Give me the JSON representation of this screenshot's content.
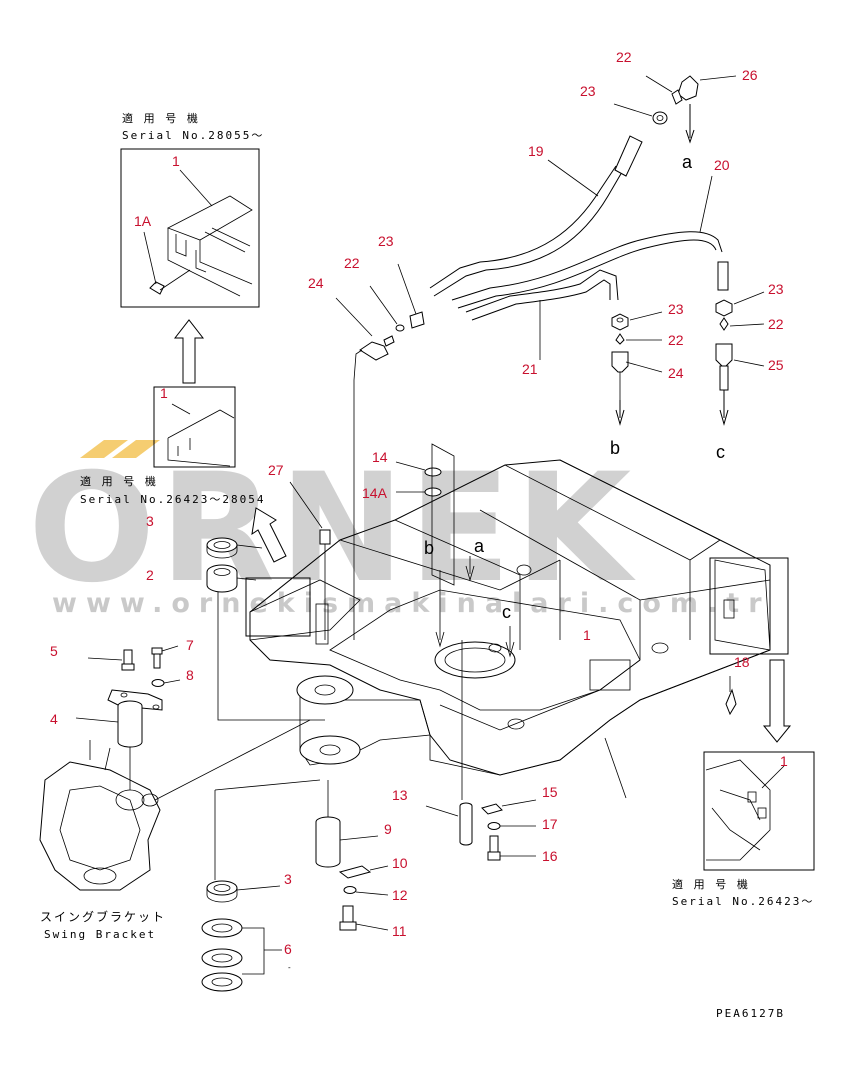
{
  "watermark": {
    "brand": "ORNEK",
    "url": "www.ornekismakinalari.com.tr",
    "accent_color": "#f2c14e"
  },
  "insets": {
    "top_left": {
      "heading": "適 用 号 機",
      "serial": "Serial No.28055～",
      "callouts": [
        "1",
        "1A"
      ]
    },
    "mid_left": {
      "heading": "適 用 号 機",
      "serial": "Serial No.26423～28054",
      "callouts": [
        "1"
      ]
    },
    "bottom_right": {
      "heading": "適 用 号 機",
      "serial": "Serial No.26423～",
      "callouts": [
        "1"
      ]
    }
  },
  "swing_bracket": {
    "label_jp": "スイングブラケット",
    "label_en": "Swing Bracket"
  },
  "part_callouts": [
    "1",
    "3",
    "2",
    "5",
    "7",
    "8",
    "4",
    "9",
    "10",
    "12",
    "11",
    "3",
    "6",
    "13",
    "15",
    "17",
    "16",
    "14",
    "14A",
    "27",
    "18",
    "19",
    "20",
    "21",
    "22",
    "23",
    "24",
    "25",
    "26",
    "22",
    "23",
    "22",
    "23",
    "23",
    "22",
    "24"
  ],
  "flow_letters": [
    "a",
    "b",
    "c",
    "a",
    "b",
    "c"
  ],
  "drawing_code": "PEA6127B"
}
